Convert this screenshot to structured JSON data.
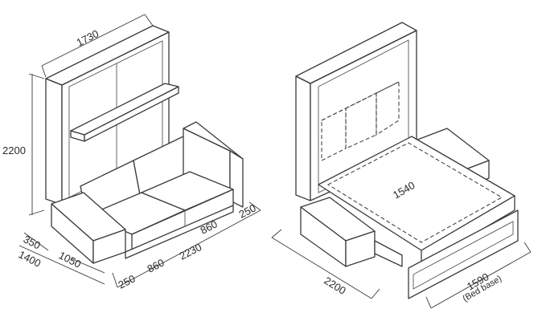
{
  "left_view": {
    "dims": {
      "height": "2200",
      "top_width": "1730",
      "side_350": "350",
      "side_1400": "1400",
      "depth_1050": "1050",
      "front_250_left": "250",
      "front_860_left": "860",
      "front_2230": "2230",
      "front_860_right": "860",
      "front_250_right": "250"
    }
  },
  "right_view": {
    "dims": {
      "bed_width": "1540",
      "depth_2200": "2200",
      "bed_base_1590": "1590",
      "bed_base_note": "(Bed base)"
    }
  }
}
